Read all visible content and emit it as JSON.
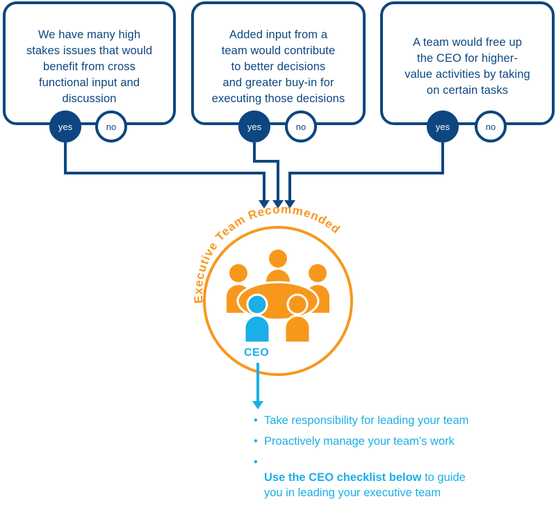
{
  "colors": {
    "navy": "#0d4680",
    "orange": "#f7981d",
    "cyan": "#1aafe6",
    "white": "#ffffff"
  },
  "questions": [
    {
      "text": "We have many high\nstakes issues that would\nbenefit from cross\nfunctional input and\ndiscussion",
      "yes_label": "yes",
      "no_label": "no",
      "selected": "yes"
    },
    {
      "text": "Added input from a\nteam would contribute\nto better decisions\nand greater buy-in for\nexecuting those decisions",
      "yes_label": "yes",
      "no_label": "no",
      "selected": "yes"
    },
    {
      "text": "A team would free up\nthe CEO for higher-\nvalue activities by taking\non certain tasks",
      "yes_label": "yes",
      "no_label": "no",
      "selected": "yes"
    }
  ],
  "result": {
    "title": "Executive Team Recommended",
    "icon": "team-meeting-icon",
    "ceo_label": "CEO"
  },
  "actions": [
    {
      "bold": "",
      "text": "Take responsibility for leading your team"
    },
    {
      "bold": "",
      "text": "Proactively manage your team’s work"
    },
    {
      "bold": "Use the CEO checklist below",
      "text": " to guide\nyou in leading your executive team"
    }
  ],
  "bullet_glyph": "•"
}
